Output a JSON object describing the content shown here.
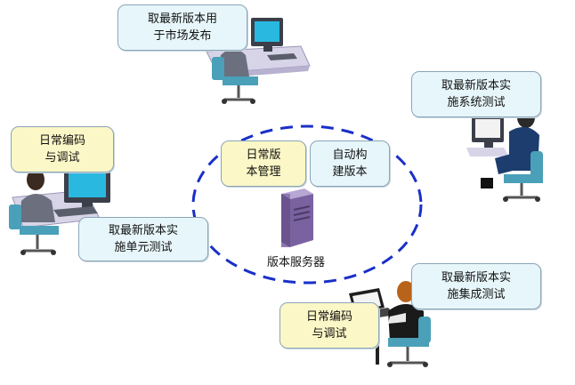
{
  "diagram": {
    "labels": {
      "release": "取最新版本用\n于市场发布",
      "system_test": "取最新版本实\n施系统测试",
      "coding_left": "日常编码\n与调试",
      "unit_test": "取最新版本实\n施单元测试",
      "version_mgmt": "日常版\n本管理",
      "auto_build": "自动构\n建版本",
      "integration_test": "取最新版本实\n施集成测试",
      "coding_bottom": "日常编码\n与调试"
    },
    "server_caption": "版本服务器",
    "colors": {
      "circle_dash": "#1a2fc8",
      "label_cyan_bg": "#e7f6fa",
      "label_yellow_bg": "#fbf7c6",
      "server": "#8f78b0",
      "monitor_screen": "#29b8e0",
      "chair": "#4aa0b8",
      "desk": "#d8d4e8"
    },
    "icons": [
      "server-icon",
      "workstation-icon",
      "laptop-icon"
    ]
  }
}
